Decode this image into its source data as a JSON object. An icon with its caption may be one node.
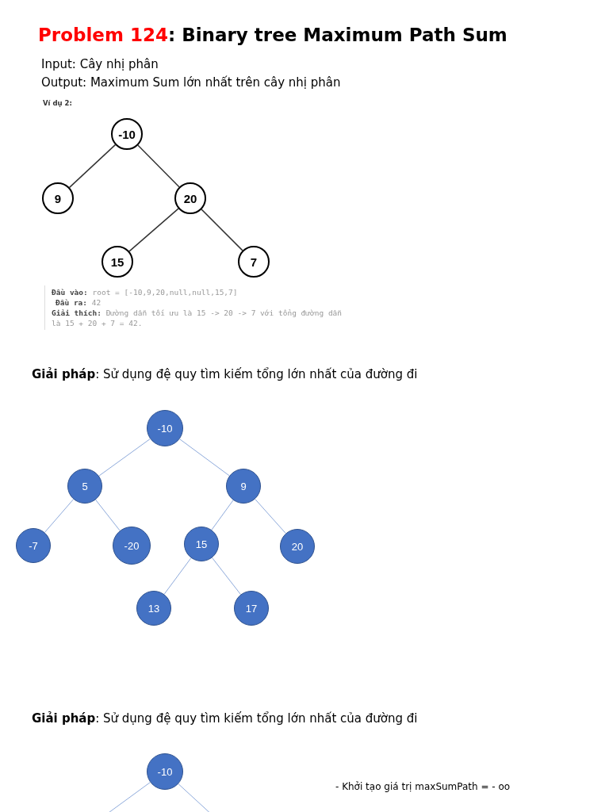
{
  "diagram": {
    "title": "Problem 124: Binary tree Maximum Path Sum",
    "nodes": [
      {
        "text": [
          "-10"
        ]
      },
      {
        "text": [
          "9"
        ]
      },
      {
        "text": [
          "20"
        ]
      },
      {
        "text": [
          "15"
        ]
      },
      {
        "text": [
          "7"
        ]
      },
      {
        "text": [
          "-10"
        ]
      },
      {
        "text": [
          "5"
        ]
      },
      {
        "text": [
          "9"
        ]
      },
      {
        "text": [
          "-7"
        ]
      },
      {
        "text": [
          "-20"
        ]
      },
      {
        "text": [
          "15"
        ]
      },
      {
        "text": [
          "20"
        ]
      },
      {
        "text": [
          "13"
        ]
      },
      {
        "text": [
          "17"
        ]
      },
      {
        "text": [
          "-10"
        ]
      }
    ],
    "edges": [
      {
        "from": 0,
        "to": 1,
        "arrow": "none",
        "color": "#333333"
      },
      {
        "from": 0,
        "to": 2,
        "arrow": "none",
        "color": "#333333"
      },
      {
        "from": 2,
        "to": 3,
        "arrow": "none",
        "color": "#333333"
      },
      {
        "from": 2,
        "to": 4,
        "arrow": "none",
        "color": "#333333"
      },
      {
        "from": 5,
        "to": 6,
        "arrow": "none"
      },
      {
        "from": 5,
        "to": 7,
        "arrow": "none"
      },
      {
        "from": 6,
        "to": 8,
        "arrow": "none"
      },
      {
        "from": 6,
        "to": 9,
        "arrow": "none"
      },
      {
        "from": 7,
        "to": 10,
        "arrow": "none"
      },
      {
        "from": 7,
        "to": 11,
        "arrow": "none"
      },
      {
        "from": 10,
        "to": 12,
        "arrow": "none"
      },
      {
        "from": 10,
        "to": 13,
        "arrow": "none"
      },
      {
        "from": 14,
        "to": null,
        "arrow": "none"
      },
      {
        "from": 14,
        "to": null,
        "arrow": "none"
      }
    ],
    "labels": [
      "Input: Cây nhị phân",
      "Output: Maximum Sum lớn nhất trên cây nhị phân",
      "Ví dụ 2:",
      "**Đầu vào:** root = [-10,9,20,null,null,15,7]",
      "**Đầu ra:** 42",
      "**Giải thích:** Đường dẫn tối ưu là 15 -> 20 -> 7 với tổng đường dẫn là 15 + 20 + 7 = 42.",
      "**Giải pháp**: Sử dụng đệ quy tìm kiếm tổng lớn nhất của đường đi",
      "**Giải pháp**: Sử dụng đệ quy tìm kiếm tổng lớn nhất của đường đi",
      "- Khởi tạo giá trị maxSumPath = - oo"
    ]
  }
}
